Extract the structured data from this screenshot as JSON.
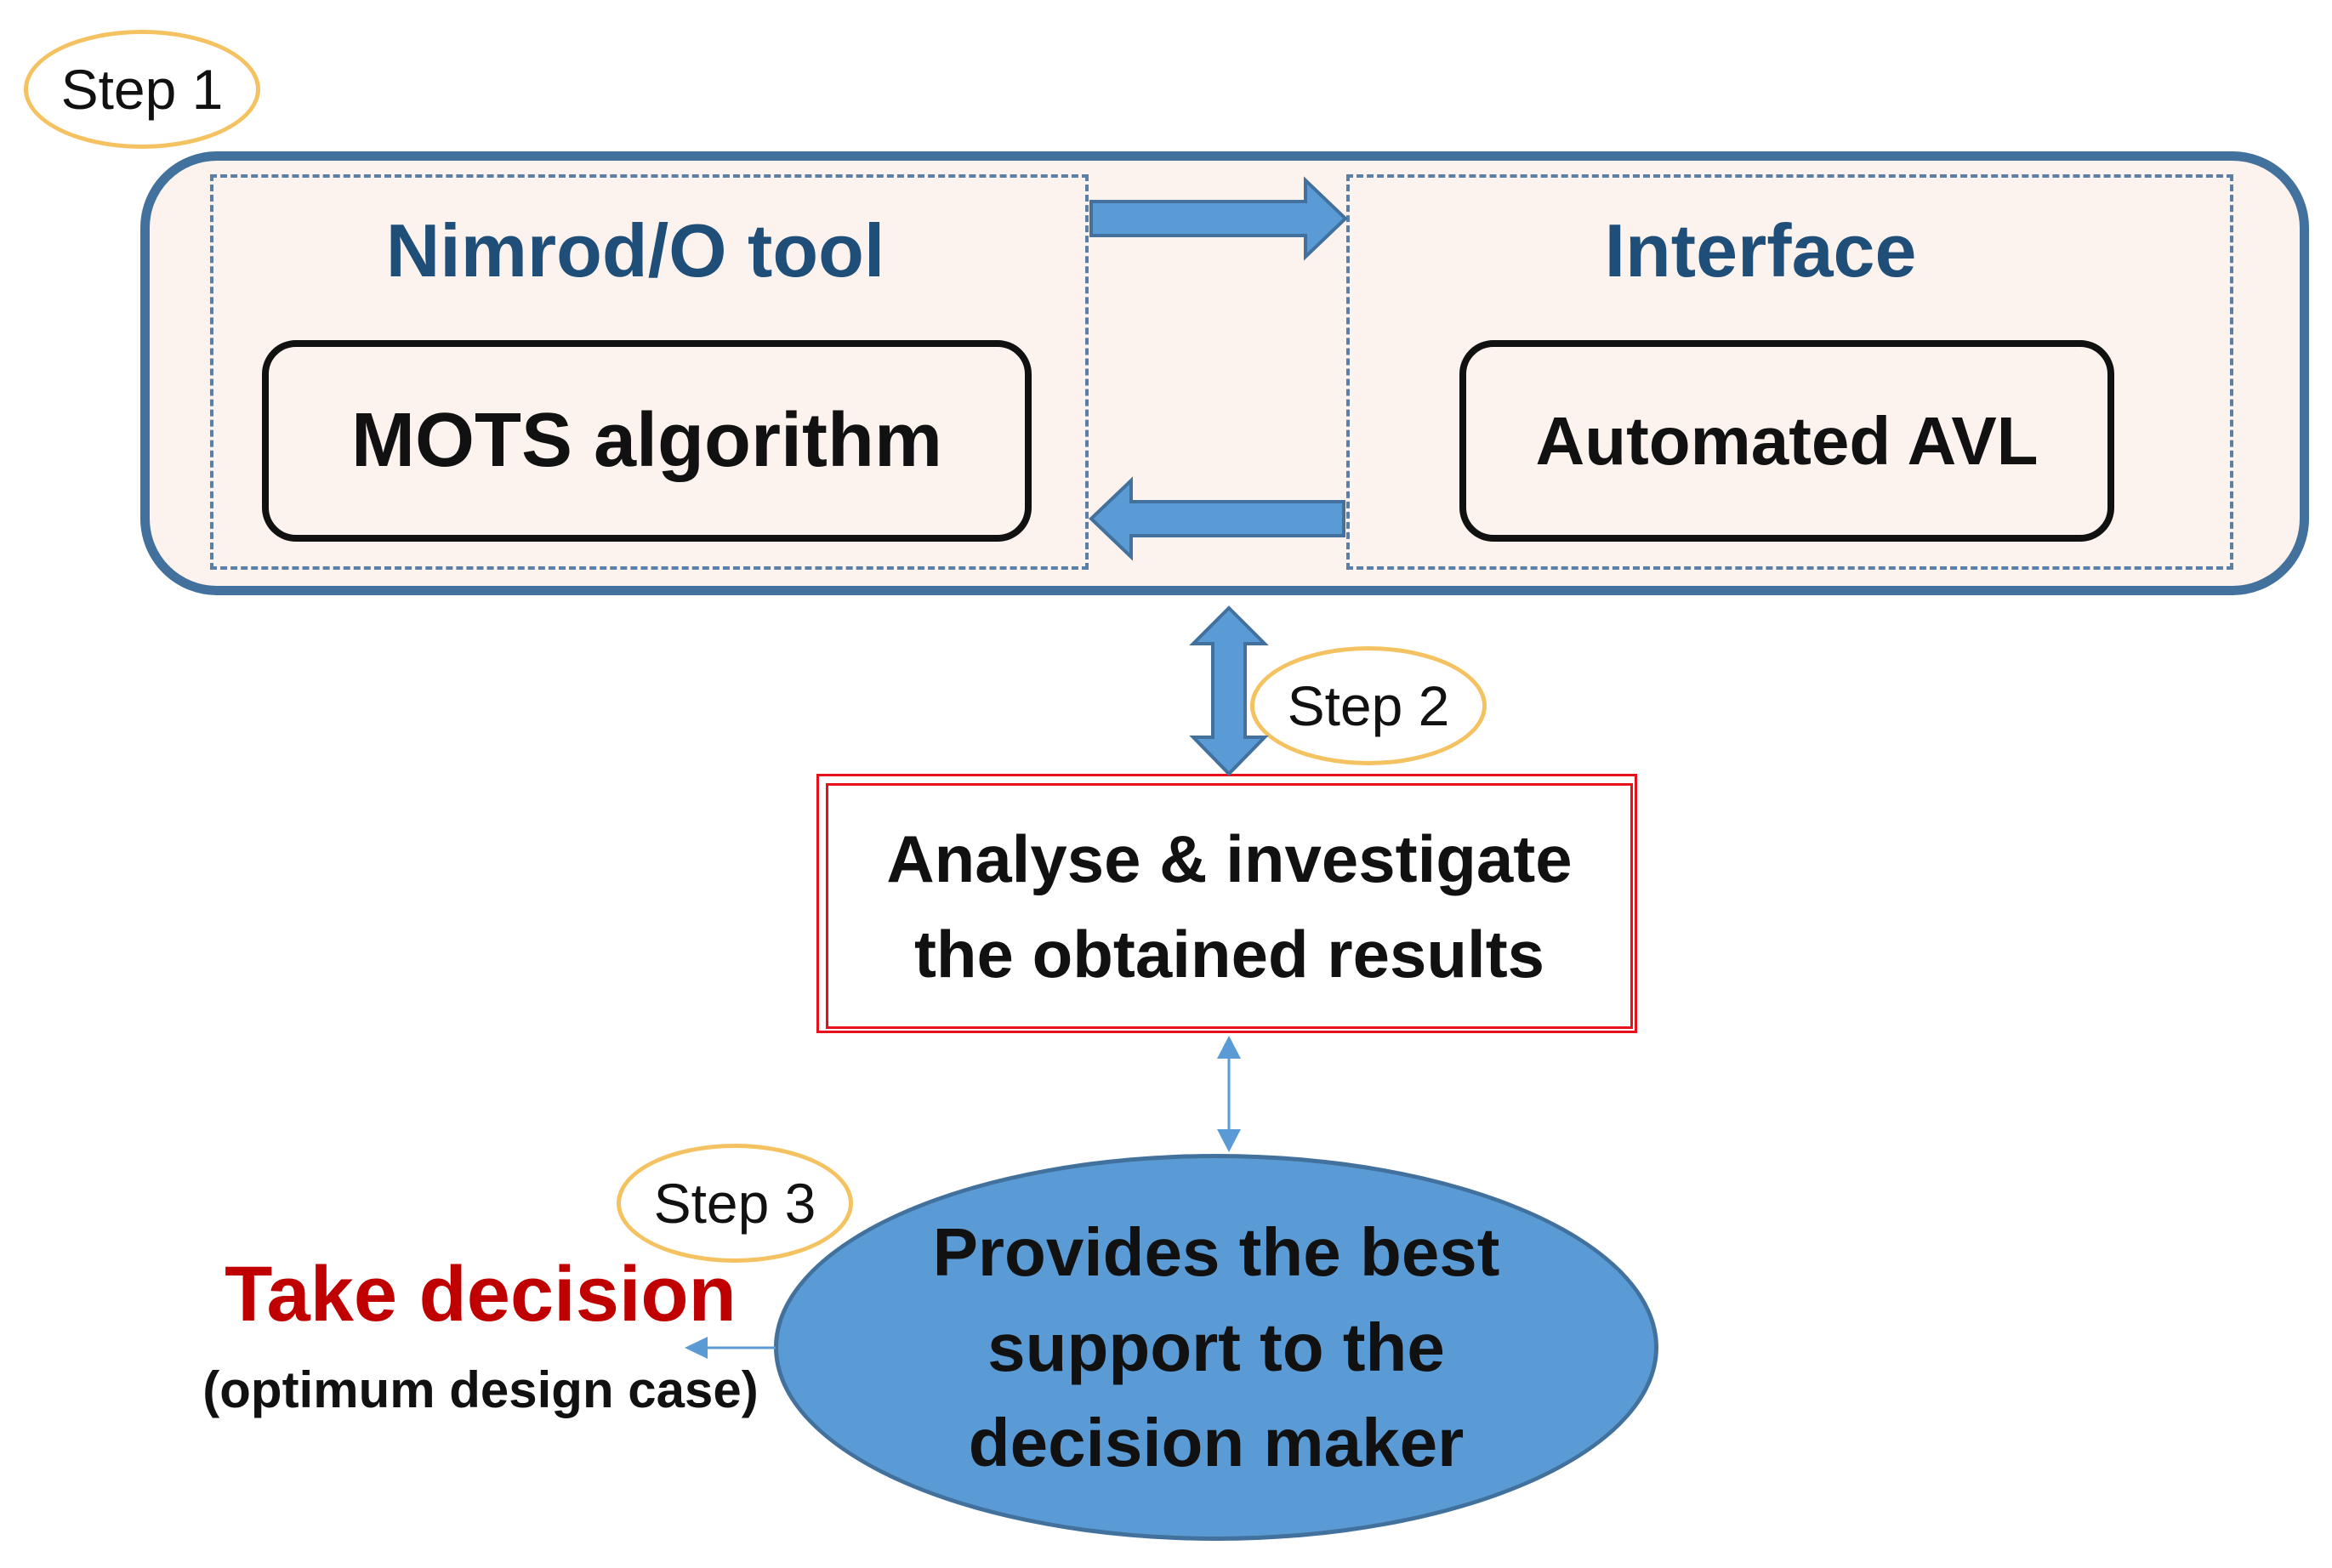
{
  "step1": {
    "label": "Step 1"
  },
  "step2": {
    "label": "Step 2"
  },
  "step3": {
    "label": "Step 3"
  },
  "left_panel": {
    "title": "Nimrod/O tool",
    "box_label": "MOTS algorithm"
  },
  "right_panel": {
    "title": "Interface",
    "box_label": "Automated AVL"
  },
  "analyse": {
    "line1": "Analyse & investigate",
    "line2": "the obtained results"
  },
  "decision_support": {
    "line1": "Provides the best",
    "line2": "support to the",
    "line3": "decision maker"
  },
  "take_decision": {
    "title": "Take decision",
    "subtitle": "(optimum design case)"
  },
  "colors": {
    "arrow_fill": "#5b9bd5",
    "arrow_stroke": "#41719c",
    "badge_border": "#f4c261",
    "title_blue": "#1f4e79",
    "alert_red": "#c00000"
  }
}
